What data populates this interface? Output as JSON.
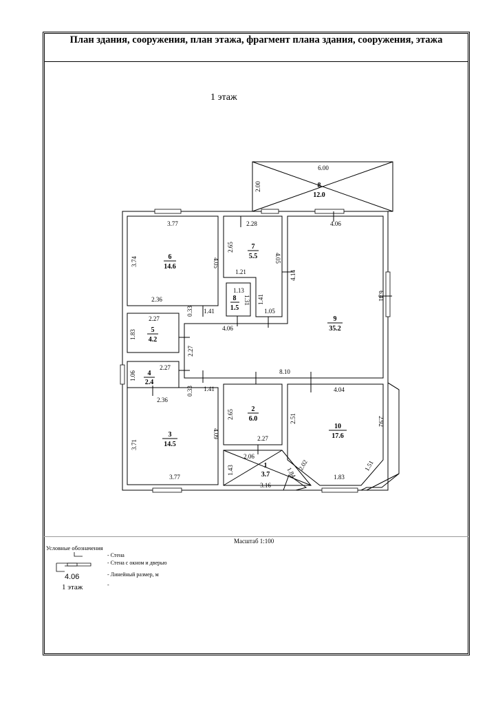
{
  "title": "План здания, сооружения, план этажа, фрагмент плана здания, сооружения, этажа",
  "floor_label": "1 этаж",
  "scale": "Масштаб 1:100",
  "legend": {
    "title": "Условные обозначения",
    "items": [
      "- Стена",
      "- Стена с окном и дверью",
      "- Линейный размер, м",
      "-"
    ],
    "sample_dimension": "4.06",
    "sample_floor": "1 этаж"
  },
  "rooms": [
    {
      "id": "6",
      "number": "6",
      "area": "14.6"
    },
    {
      "id": "7",
      "number": "7",
      "area": "5.5"
    },
    {
      "id": "8a",
      "number": "8",
      "area": "12.0"
    },
    {
      "id": "8b",
      "number": "8",
      "area": "1.5"
    },
    {
      "id": "9",
      "number": "9",
      "area": "35.2"
    },
    {
      "id": "5",
      "number": "5",
      "area": "4.2"
    },
    {
      "id": "4",
      "number": "4",
      "area": "2.4"
    },
    {
      "id": "3",
      "number": "3",
      "area": "14.5"
    },
    {
      "id": "2",
      "number": "2",
      "area": "6.0"
    },
    {
      "id": "1",
      "number": "1",
      "area": "3.7"
    },
    {
      "id": "10",
      "number": "10",
      "area": "17.6"
    }
  ],
  "dimensions": {
    "d_600": "6.00",
    "d_200": "2.00",
    "d_377_top": "3.77",
    "d_374": "3.74",
    "d_405_r6": "4.05",
    "d_236_top": "2.36",
    "d_228": "2.28",
    "d_265_r7": "2.65",
    "d_405_r7": "4.05",
    "d_121": "1.21",
    "d_406_top": "4.06",
    "d_414": "4.14",
    "d_641": "6.41",
    "d_113": "1.13",
    "d_131": "1.31",
    "d_141_mid": "1.41",
    "d_033_top": "0.33",
    "d_141_l1": "1.41",
    "d_105": "1.05",
    "d_227_r5": "2.27",
    "d_183": "1.83",
    "d_406_mid": "4.06",
    "d_227_hall": "2.27",
    "d_810": "8.10",
    "d_106": "1.06",
    "d_227_r4": "2.27",
    "d_033_bot": "0.33",
    "d_141_l2": "1.41",
    "d_236_bot": "2.36",
    "d_404": "4.04",
    "d_265_r2": "2.65",
    "d_251": "2.51",
    "d_292": "2.92",
    "d_371": "3.71",
    "d_409": "4.09",
    "d_227_r2": "2.27",
    "d_206": "2.06",
    "d_143": "1.43",
    "d_184": "1.84",
    "d_202": "2.02",
    "d_151": "1.51",
    "d_377_bot": "3.77",
    "d_316": "3.16",
    "d_183_bot": "1.83"
  }
}
